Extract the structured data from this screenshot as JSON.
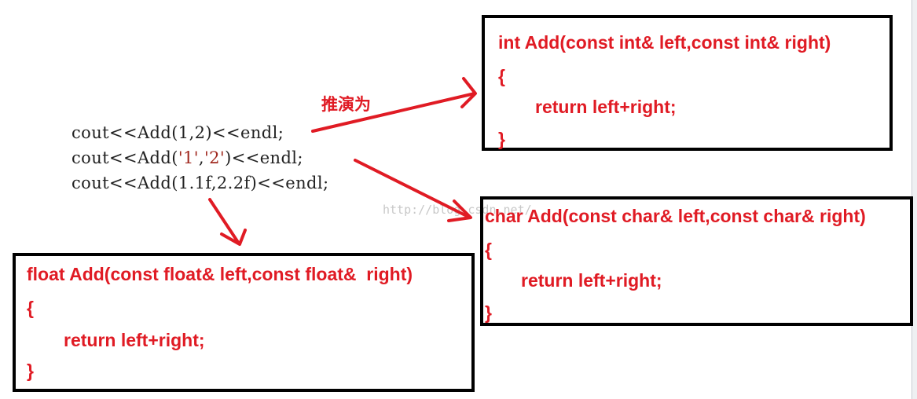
{
  "code": {
    "line1": {
      "prefix": "cout<<Add(1,2)<<endl;"
    },
    "line2": {
      "prefix": "cout<<Add(",
      "char1": "'1'",
      "comma": ",",
      "char2": "'2'",
      "suffix": ")<<endl;"
    },
    "line3": {
      "prefix": "cout<<Add(1.1f,2.2f)<<endl;"
    }
  },
  "deduce_label": "推演为",
  "watermark": "http://blog.csdn.net/",
  "boxes": {
    "int": {
      "signature": "int Add(const int& left,const int& right)",
      "open_brace": "{",
      "body": "return left+right;",
      "close_brace": "}"
    },
    "char": {
      "signature": "char Add(const char& left,const char& right)",
      "open_brace": "{",
      "body": "return left+right;",
      "close_brace": "}"
    },
    "float": {
      "signature": "float Add(const float& left,const float&  right)",
      "open_brace": "{",
      "body": "return left+right;",
      "close_brace": "}"
    }
  },
  "colors": {
    "accent": "#e01b24",
    "box_border": "#000000",
    "code_text": "#222222",
    "char_literal": "#a0281e"
  }
}
